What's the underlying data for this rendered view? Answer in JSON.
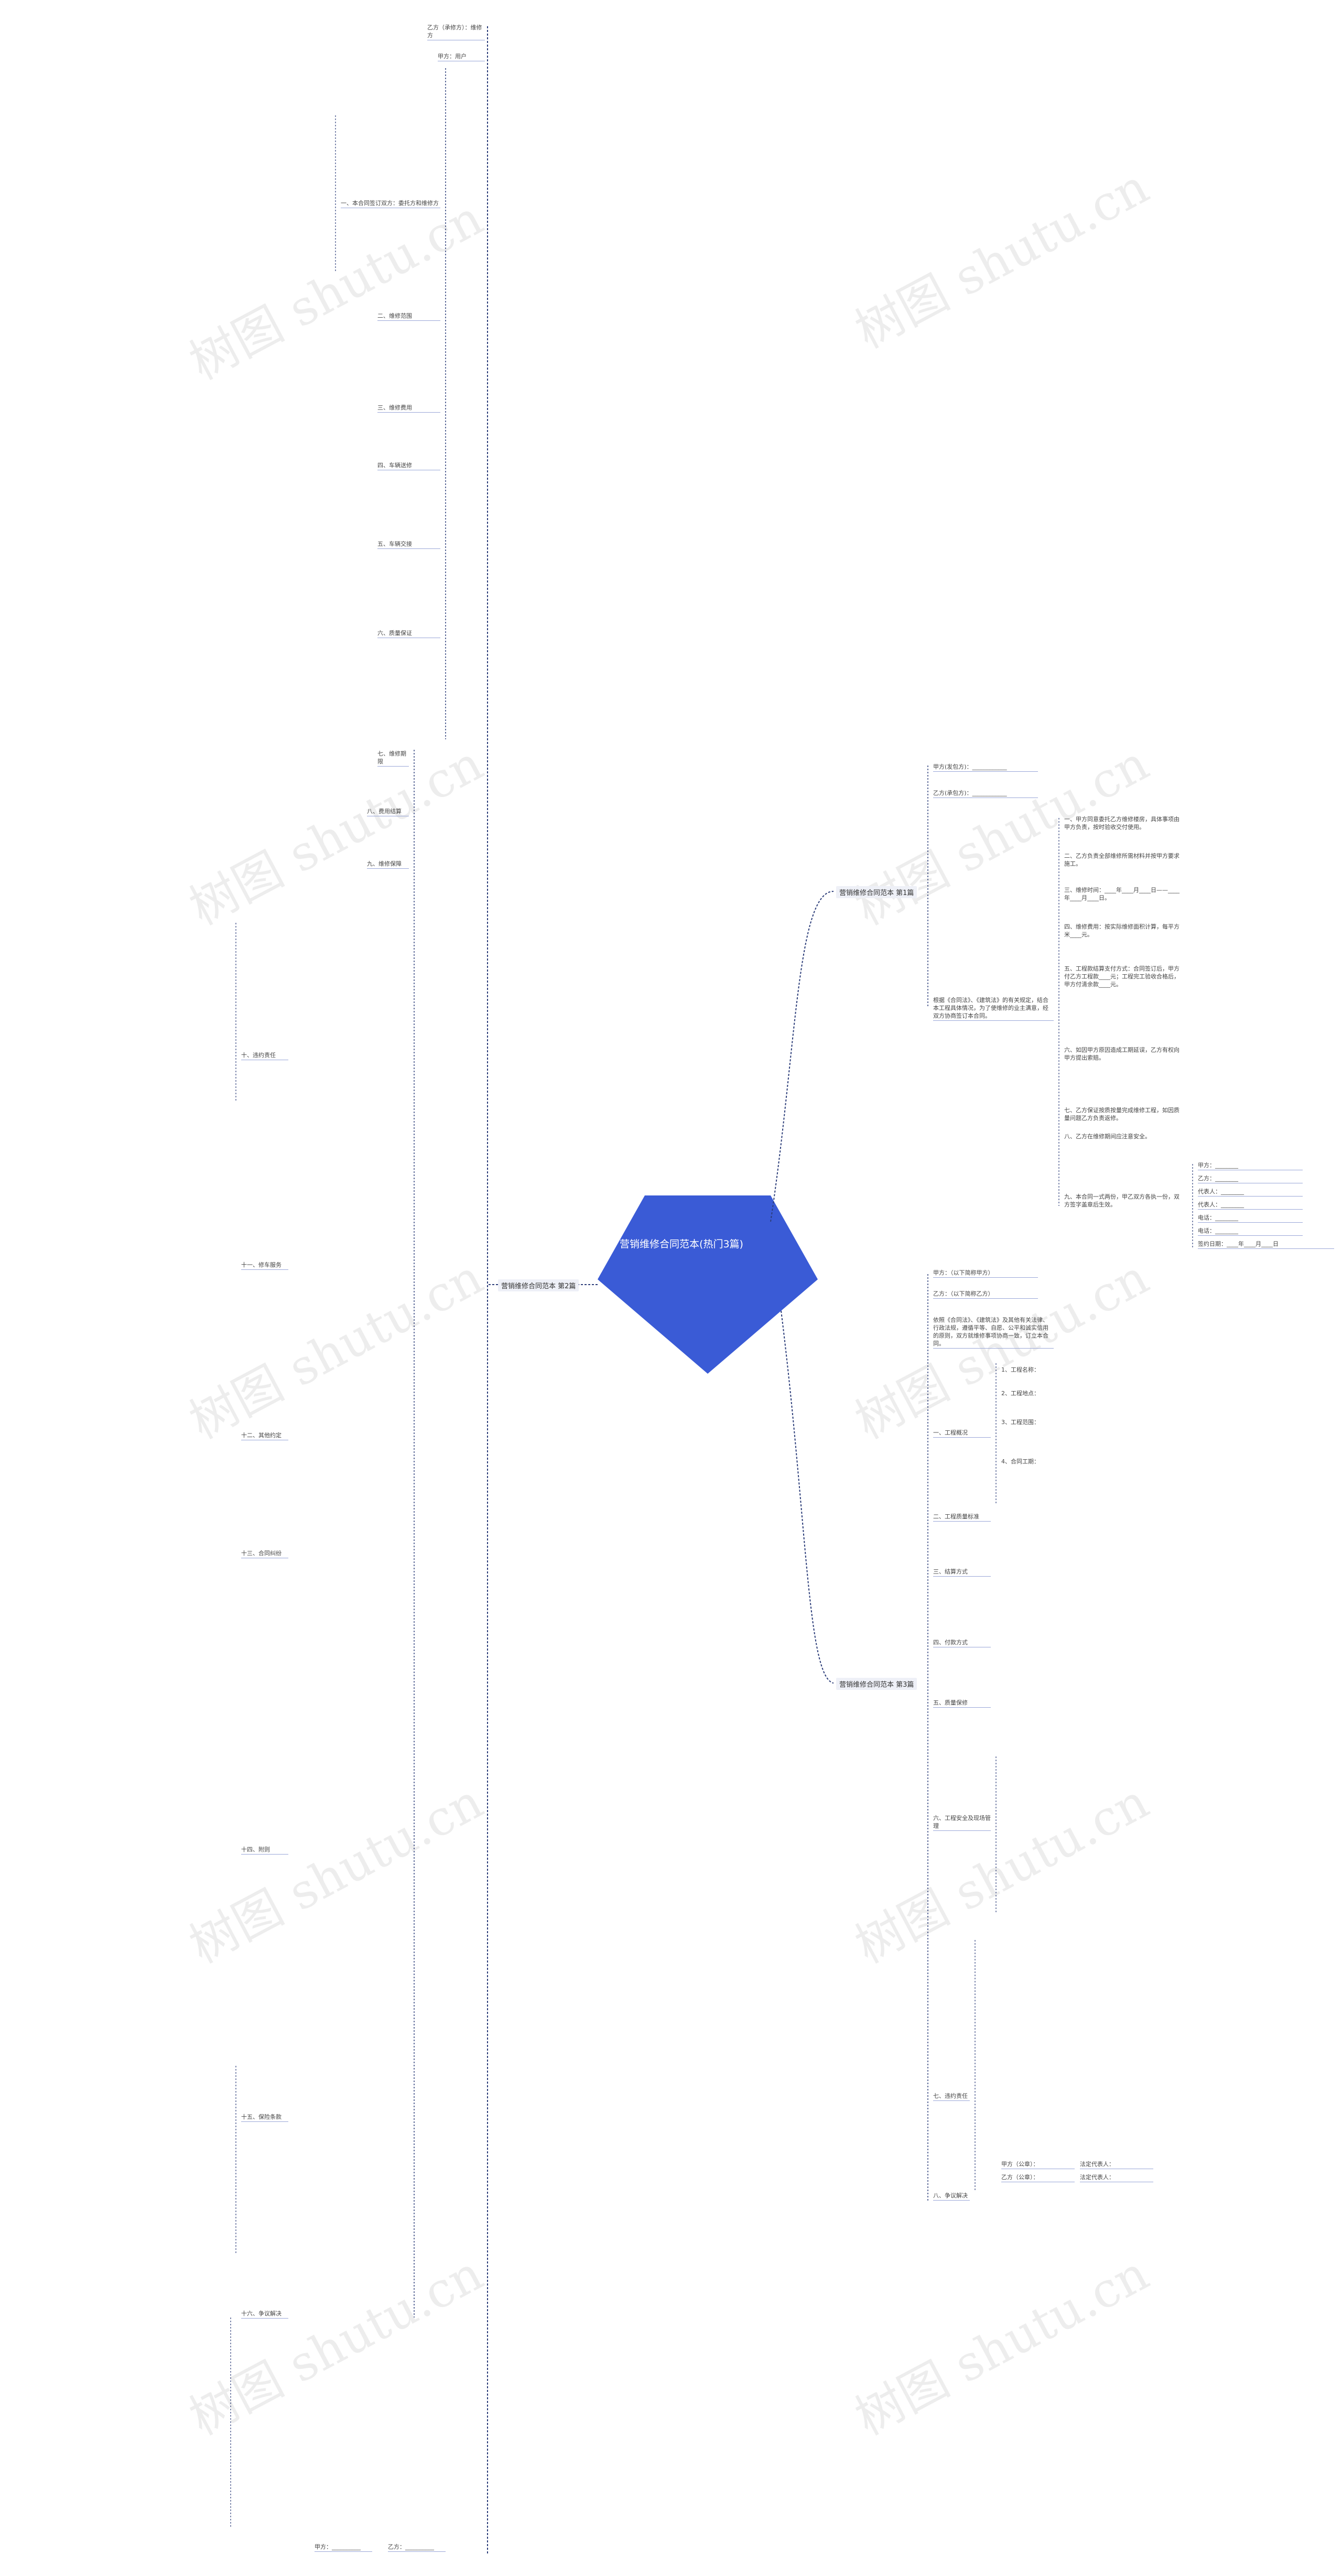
{
  "central_topic": "营销维修合同范本(热门3篇)",
  "branches": [
    {
      "label": "营销维修合同范本 第1篇"
    },
    {
      "label": "营销维修合同范本 第2篇"
    },
    {
      "label": "营销维修合同范本 第3篇"
    }
  ],
  "branch1_nodes": [
    "甲方(发包方)：____________",
    "乙方(承包方)：____________",
    "根据《合同法》、《建筑法》的有关规定，结合本工程具体情况，为了使维修的业主满意，经双方协商签订本合同。",
    "一、甲方同意委托乙方维修楼房，具体事项由甲方负责，按时验收交付使用。",
    "二、乙方负责全部维修所需材料并按甲方要求施工。",
    "三、维修时间：____年____月____日——____年____月____日。",
    "四、维修费用：按实际维修面积计算，每平方米____元。",
    "五、工程款结算支付方式：合同签订后，甲方付乙方工程款____元；工程完工验收合格后，甲方付清余款____元。",
    "六、如因甲方原因造成工期延误，乙方有权向甲方提出索赔。",
    "七、乙方保证按质按量完成维修工程，如因质量问题乙方负责返修。",
    "八、乙方在维修期间应注意安全。",
    "九、本合同一式两份，甲乙双方各执一份，双方签字盖章后生效。",
    "甲方：________",
    "乙方：________",
    "代表人：________",
    "代表人：________",
    "电话：________",
    "电话：________",
    "签约日期：____年____月____日"
  ],
  "branch2_nodes": [
    "乙方（承修方）：维修方",
    "甲方：用户",
    "一、本合同签订双方：委托方和维修方",
    "二、维修范围",
    "三、维修费用",
    "四、车辆送修",
    "五、车辆交接",
    "六、质量保证",
    "七、维修期限",
    "八、费用结算",
    "九、维修保障",
    "十、违约责任",
    "十一、修车服务",
    "十二、其他约定",
    "十三、合同纠纷",
    "十四、附则",
    "十五、保险条款",
    "十六、争议解决",
    "甲方：__________",
    "乙方：__________"
  ],
  "branch3_nodes": [
    "甲方：（以下简称甲方）",
    "乙方：（以下简称乙方）",
    "依照《合同法》、《建筑法》及其他有关法律、行政法规，遵循平等、自愿、公平和诚实信用的原则，双方就维修事项协商一致，订立本合同。",
    "一、工程概况",
    "1、工程名称：",
    "2、工程地点：",
    "3、工程范围：",
    "4、合同工期：",
    "二、工程质量标准",
    "三、结算方式",
    "四、付款方式",
    "五、质量保修",
    "六、工程安全及现场管理",
    "七、违约责任",
    "八、争议解决",
    "甲方（公章）：",
    "乙方（公章）：",
    "法定代表人：",
    "法定代表人："
  ],
  "watermark": "树图 shutu.cn",
  "colors": {
    "center_fill": "#3a5bd6",
    "line": "#2d3e7a",
    "branch_bg": "#eef0f7"
  }
}
